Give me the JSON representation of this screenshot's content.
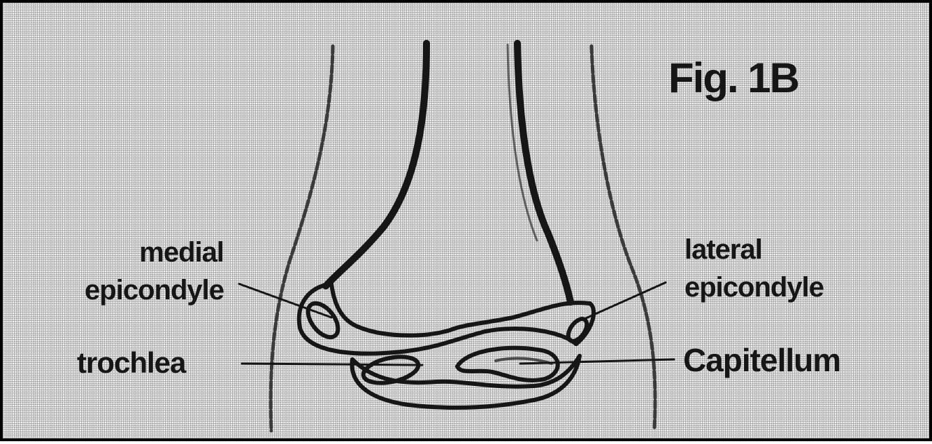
{
  "figure": {
    "title": "Fig. 1B",
    "labels": {
      "medial_line1": "medial",
      "medial_line2": "epicondyle",
      "lateral_line1": "lateral",
      "lateral_line2": "epicondyle",
      "trochlea": "trochlea",
      "capitellum": "Capitellum"
    }
  },
  "colors": {
    "ink": "#161616",
    "background_halftone": "#dcdcdc",
    "border": "#000000"
  }
}
